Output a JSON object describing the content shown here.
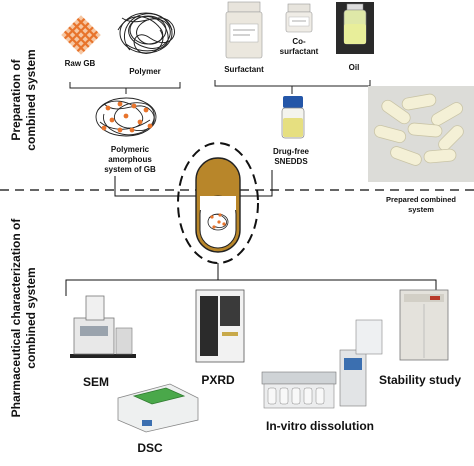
{
  "sections": {
    "preparation": "Preparation of combined system",
    "preparation_lines": [
      "Preparation of",
      "combined system"
    ],
    "characterization_lines": [
      "Pharmaceutical characterization of",
      "combined system"
    ]
  },
  "inputs": {
    "raw_gb": "Raw GB",
    "polymer": "Polymer",
    "surfactant": "Surfactant",
    "cosurfactant_lines": [
      "Co-",
      "surfactant"
    ],
    "oil": "Oil"
  },
  "intermediates": {
    "amorphous_lines": [
      "Polymeric",
      "amorphous",
      "system of GB"
    ],
    "snedds_lines": [
      "Drug-free",
      "SNEDDS"
    ]
  },
  "product": {
    "caption_lines": [
      "Prepared combined",
      "system"
    ]
  },
  "methods": {
    "sem": "SEM",
    "pxrd": "PXRD",
    "stability": "Stability study",
    "dsc": "DSC",
    "dissolution": "In-vitro dissolution"
  },
  "colors": {
    "gb_orange": "#e8742c",
    "capsule_brown": "#b8862a",
    "bottle_blue": "#2456a8",
    "dashed_line": "#333333"
  }
}
